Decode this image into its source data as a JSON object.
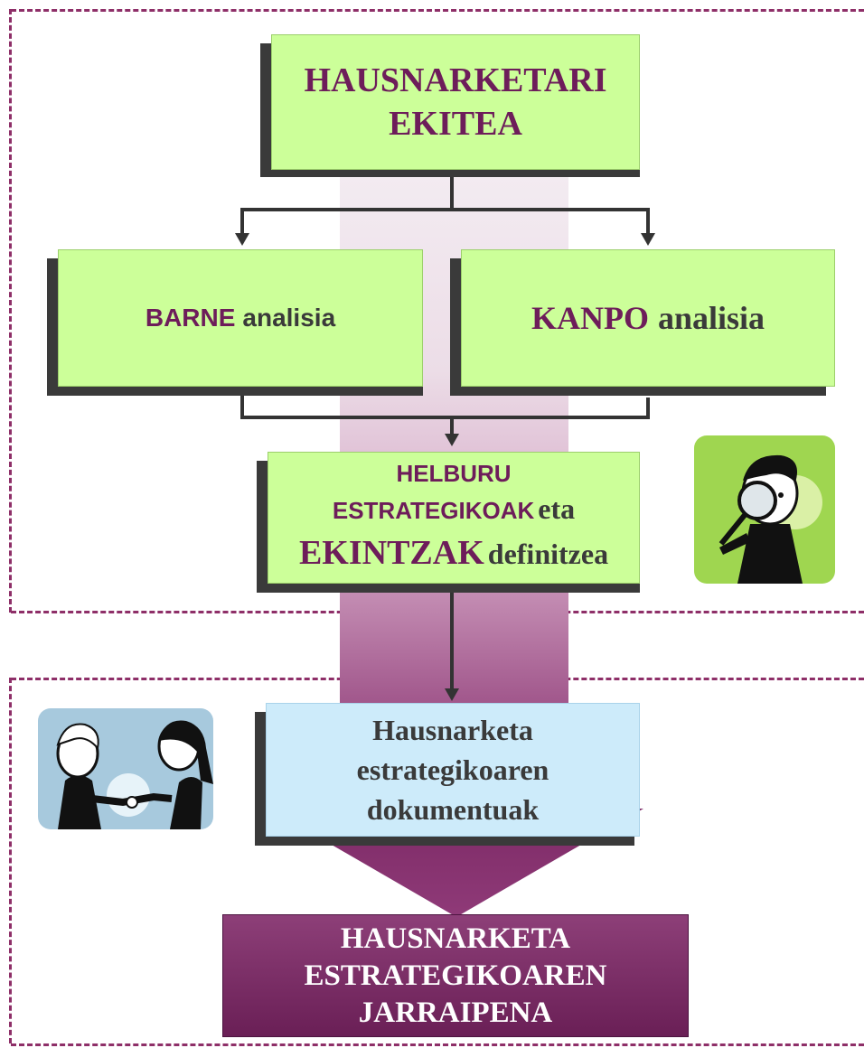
{
  "diagram": {
    "start_box": {
      "line1": "HAUSNARKETARI",
      "line2": "EKITEA"
    },
    "internal_box": {
      "keyword": "BARNE",
      "rest": "analisia"
    },
    "external_box": {
      "keyword": "KANPO",
      "rest": "analisia"
    },
    "objectives_box": {
      "line1": "HELBURU",
      "line2_keyword": "ESTRATEGIKOAK",
      "line2_rest": "eta",
      "line3_keyword": "EKINTZAK",
      "line3_rest": "definitzea"
    },
    "documents_box": {
      "line1": "Hausnarketa",
      "line2": "estrategikoaren",
      "line3": "dokumentuak"
    },
    "followup_box": {
      "line1": "HAUSNARKETA",
      "line2": "ESTRATEGIKOAREN",
      "line3": "JARRAIPENA"
    }
  },
  "colors": {
    "box_green": "#ccff99",
    "box_blue": "#cdebfa",
    "box_plum": "#7a2c66",
    "text_purple": "#6d1d5a",
    "dash_border": "#8e2f68"
  },
  "icons": {
    "analysis_clipart": "magnifier-person-icon",
    "agreement_clipart": "handshake-icon"
  }
}
